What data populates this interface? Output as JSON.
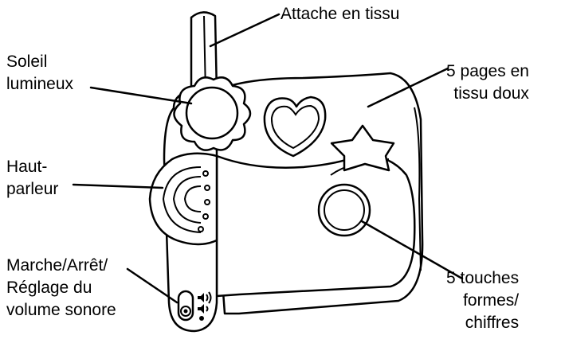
{
  "labels": {
    "attache": "Attache en tissu",
    "soleil": [
      "Soleil",
      "lumineux"
    ],
    "pages": [
      "5 pages en",
      "tissu doux"
    ],
    "haut_parleur": [
      "Haut-",
      "parleur"
    ],
    "marche": [
      "Marche/Arrêt/",
      "Réglage du",
      "volume sonore"
    ],
    "touches": [
      "5 touches",
      "formes/",
      "chiffres"
    ]
  }
}
